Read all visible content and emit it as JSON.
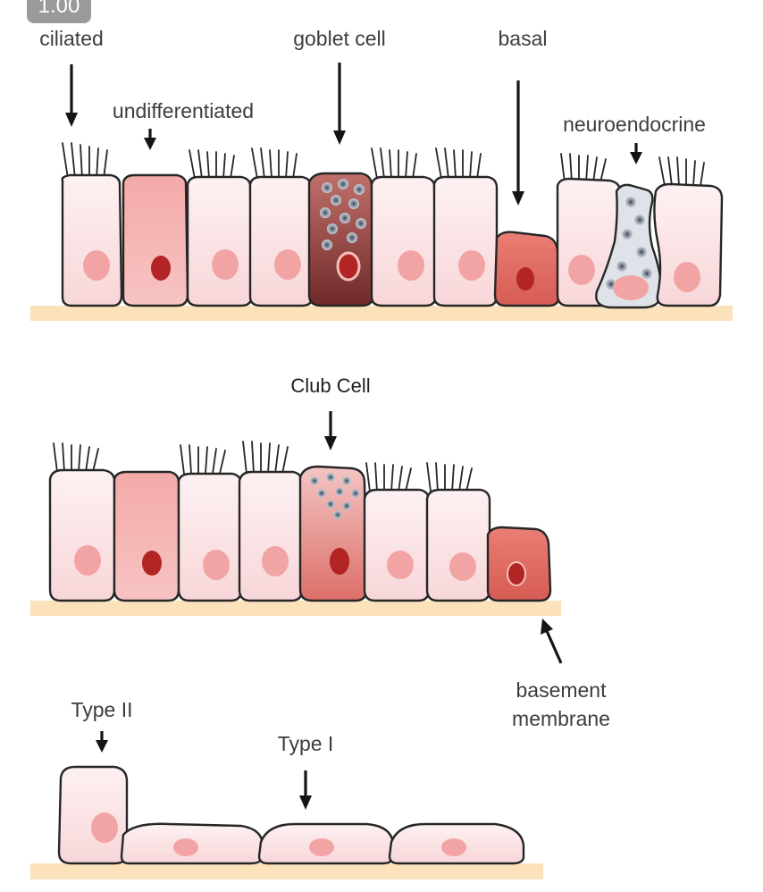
{
  "badge": "1.00",
  "labels": {
    "ciliated": "ciliated",
    "undifferentiated": "undifferentiated",
    "goblet": "goblet cell",
    "basal": "basal",
    "neuroendocrine": "neuroendocrine",
    "club": "Club Cell",
    "basement1": "basement",
    "basement2": "membrane",
    "type2": "Type II",
    "type1": "Type I"
  },
  "colors": {
    "membrane": "#fbe2bb",
    "ciliated_fill": "#fde8ea",
    "ciliated_nucleus": "#f2a4a4",
    "undiff_fill": "#f6b3b1",
    "dark_nucleus": "#b32424",
    "goblet_fill": "#9c4a46",
    "basal_fill": "#e46e66",
    "neuro_fill": "#d9dde3",
    "granule": "#7a8494"
  }
}
